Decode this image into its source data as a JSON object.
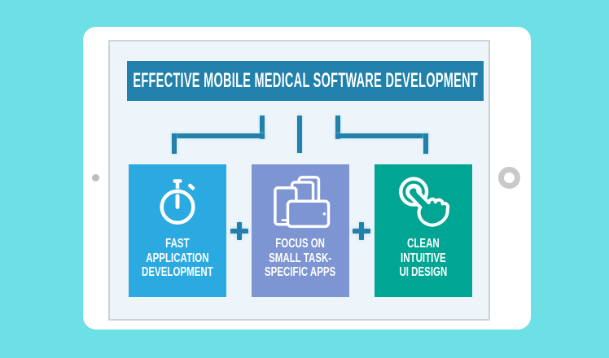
{
  "colors": {
    "background": "#6ce0e5",
    "tablet_body": "#ffffff",
    "screen_bg": "#edf5fb",
    "screen_border": "#cdd2d6",
    "banner_bg": "#2181aa",
    "connector": "#2181aa",
    "plus_sign": "#2181aa",
    "box_fast": "#2baae2",
    "box_focus": "#7d95d2",
    "box_clean": "#00a693",
    "camera_dot": "#bdbdbd",
    "home_ring": "#c9c9c9",
    "text": "#ffffff"
  },
  "banner": {
    "title": "EFFECTIVE MOBILE MEDICAL SOFTWARE DEVELOPMENT"
  },
  "plus": {
    "symbol": "+"
  },
  "boxes": [
    {
      "id": "fast-application-development",
      "icon": "stopwatch-icon",
      "color": "#2baae2",
      "lines": [
        "FAST",
        "APPLICATION",
        "DEVELOPMENT"
      ]
    },
    {
      "id": "focus-on-small-task-specific-apps",
      "icon": "devices-stack-icon",
      "color": "#7d95d2",
      "lines": [
        "FOCUS ON",
        "SMALL TASK-",
        "SPECIFIC APPS"
      ]
    },
    {
      "id": "clean-intuitive-ui-design",
      "icon": "touch-gesture-icon",
      "color": "#00a693",
      "lines": [
        "CLEAN",
        "INTUITIVE",
        "UI DESIGN"
      ]
    }
  ],
  "tablet": {
    "camera_icon": "camera-dot-icon",
    "home_icon": "home-button-ring-icon"
  }
}
